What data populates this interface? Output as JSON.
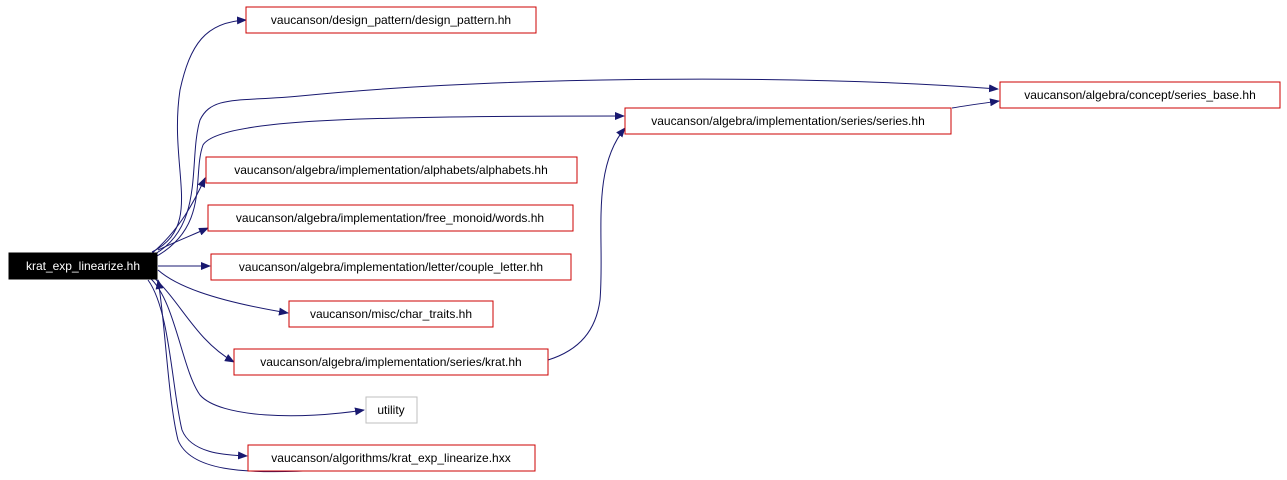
{
  "colors": {
    "edge": "#191970",
    "root_fill": "#000000",
    "root_text": "#ffffff",
    "node_border": "#cc0000",
    "external_border": "#bfbfbf",
    "node_text": "#000000"
  },
  "graph": {
    "root": {
      "label": "krat_exp_linearize.hh"
    },
    "nodes": {
      "design_pattern": "vaucanson/design_pattern/design_pattern.hh",
      "series_base": "vaucanson/algebra/concept/series_base.hh",
      "series": "vaucanson/algebra/implementation/series/series.hh",
      "alphabets": "vaucanson/algebra/implementation/alphabets/alphabets.hh",
      "words": "vaucanson/algebra/implementation/free_monoid/words.hh",
      "couple_letter": "vaucanson/algebra/implementation/letter/couple_letter.hh",
      "char_traits": "vaucanson/misc/char_traits.hh",
      "krat": "vaucanson/algebra/implementation/series/krat.hh",
      "utility": "utility",
      "krat_exp_linearize_hxx": "vaucanson/algorithms/krat_exp_linearize.hxx"
    }
  }
}
